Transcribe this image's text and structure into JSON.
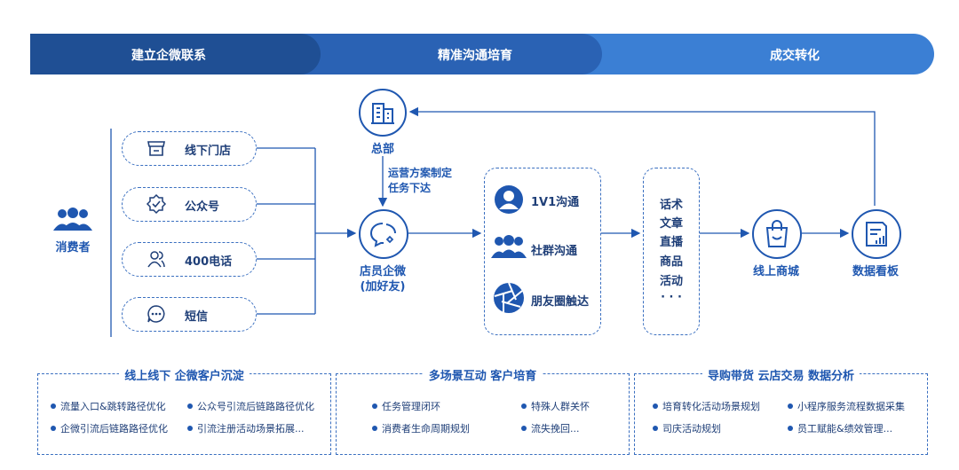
{
  "stages": [
    "建立企微联系",
    "精准沟通培育",
    "成交转化"
  ],
  "consumer": {
    "label": "消费者"
  },
  "channels": [
    {
      "label": "线下门店",
      "icon": "store-icon"
    },
    {
      "label": "公众号",
      "icon": "badge-check-icon"
    },
    {
      "label": "400电话",
      "icon": "users-icon"
    },
    {
      "label": "短信",
      "icon": "message-icon"
    }
  ],
  "hq": {
    "label": "总部",
    "icon": "building-icon"
  },
  "hq_action": {
    "line1": "运营方案制定",
    "line2": "任务下达"
  },
  "staff": {
    "line1": "店员企微",
    "line2": "(加好友)",
    "icon": "chat-icon"
  },
  "services": [
    {
      "label": "1V1沟通",
      "icon": "person-icon"
    },
    {
      "label": "社群沟通",
      "icon": "group-icon"
    },
    {
      "label": "朋友圈触达",
      "icon": "aperture-icon"
    }
  ],
  "content_types": [
    "话术",
    "文章",
    "直播",
    "商品",
    "活动",
    "· · ·"
  ],
  "mall": {
    "label": "线上商城",
    "icon": "shopping-bag-icon"
  },
  "dashboard": {
    "label": "数据看板",
    "icon": "dashboard-icon"
  },
  "panels": [
    {
      "title": "线上线下 企微客户沉淀",
      "items": [
        "流量入口&跳转路径优化",
        "公众号引流后链路路径优化",
        "企微引流后链路路径优化",
        "引流注册活动场景拓展..."
      ]
    },
    {
      "title": "多场景互动 客户培育",
      "items": [
        "任务管理闭环",
        "特殊人群关怀",
        "消费者生命周期规划",
        "流失挽回..."
      ]
    },
    {
      "title": "导购带货 云店交易 数据分析",
      "items": [
        "培育转化活动场景规划",
        "小程序服务流程数据采集",
        "司庆活动规划",
        "员工赋能&绩效管理..."
      ]
    }
  ],
  "colors": {
    "dark_blue": "#1f4f94",
    "mid_blue": "#2a62b4",
    "light_blue": "#3b7fd4",
    "accent": "#1f57b0"
  }
}
